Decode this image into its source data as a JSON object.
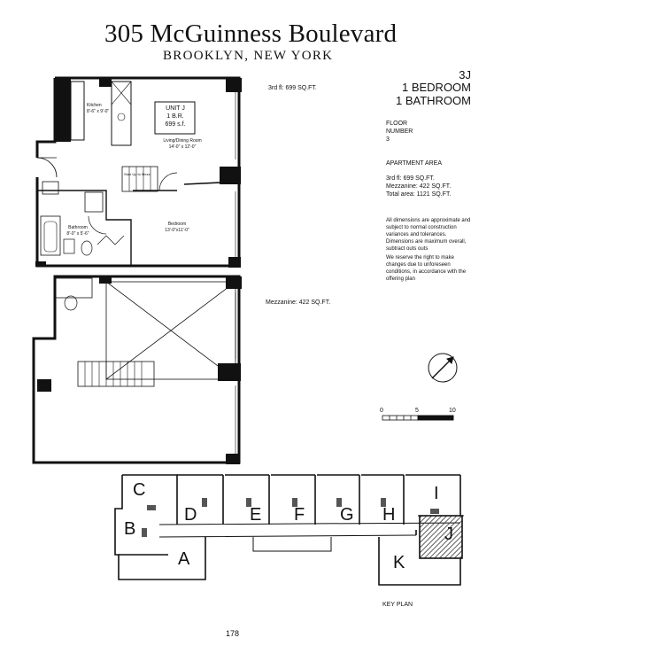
{
  "header": {
    "title": "305 McGuinness Boulevard",
    "subtitle": "BROOKLYN,  NEW YORK"
  },
  "unit": {
    "number": "3J",
    "bedrooms": "1 BEDROOM",
    "bathrooms": "1 BATHROOM"
  },
  "floor": {
    "label_line1": "FLOOR",
    "label_line2": "NUMBER",
    "value": "3"
  },
  "area": {
    "heading": "APARTMENT AREA",
    "third_floor": "3rd fl: 699 SQ.FT.",
    "mezzanine": "Mezzanine: 422 SQ.FT.",
    "total": "Total area: 1121 SQ.FT."
  },
  "notes": {
    "dimensions": "All dimensions are approximate and subject to normal construction variances and tolerances. Dimensions are maximum overall, subtract outs outs",
    "changes": "We reserve the right to make changes due to unforeseen conditions, in accordance with the offering plan"
  },
  "plan_labels": {
    "third_floor": "3rd fl: 699 SQ.FT.",
    "mezzanine": "Mezzanine: 422 SQ.FT.",
    "unit_box_1": "UNIT J",
    "unit_box_2": "1 B.R.",
    "unit_box_3": "699 s.f.",
    "kitchen": "Kitchen",
    "kitchen_dim": "8'-6\" x 9'-0\"",
    "living": "Living/Dining Room",
    "living_dim": "14'-0\" x 12'-0\"",
    "bedroom": "Bedroom",
    "bedroom_dim": "13'-0\"x11'-0\"",
    "bathroom": "Bathroom",
    "bathroom_dim": "8'-0\" x 5'-6\"",
    "stair": "Stair Up to Mezz"
  },
  "scale": {
    "ticks": [
      "0",
      "5",
      "10"
    ]
  },
  "key_plan": {
    "caption": "KEY PLAN",
    "units": [
      "A",
      "B",
      "C",
      "D",
      "E",
      "F",
      "G",
      "H",
      "I",
      "J",
      "K"
    ],
    "highlighted": "J",
    "highlight_color": "#8a8a8a"
  },
  "page_number": "178"
}
